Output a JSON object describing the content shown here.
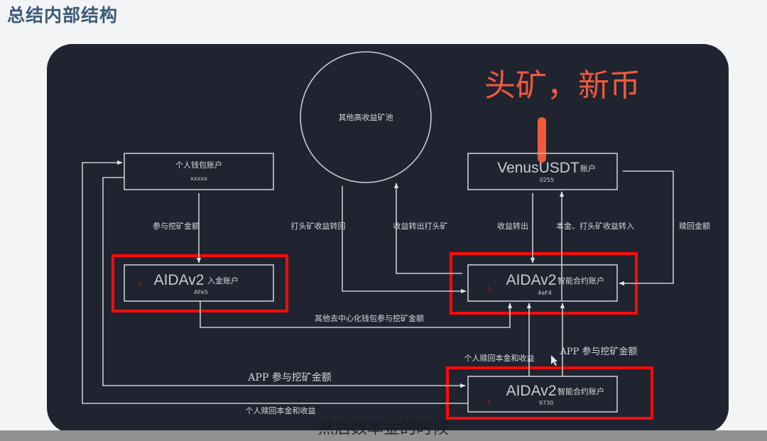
{
  "slide_title": "总结内部结构",
  "annotation": "头矿，新币",
  "caption": "然后数本金的时候",
  "colors": {
    "panel": "#1f2430",
    "highlight": "#ff0a0a",
    "annotation": "#f05a3c",
    "title": "#3b5a7a"
  },
  "nodes": {
    "pool": {
      "label": "其他高收益矿池"
    },
    "wallet": {
      "label": "个人钱包账户",
      "code": "xxxxx"
    },
    "deposit": {
      "label": "AIDAv2",
      "sub": "入金账户",
      "code": "AFe5",
      "number": "1"
    },
    "venus": {
      "label": "VenusUSDT",
      "sub": "账户",
      "code": "0255"
    },
    "contract": {
      "label": "AIDAv2",
      "sub": "智能合约账户",
      "code": "4eF4",
      "number": "2"
    },
    "contract2": {
      "label": "AIDAv2",
      "sub": "智能合约账户",
      "code": "9730",
      "number": "3"
    }
  },
  "edges": {
    "wallet_to_deposit": "参与挖矿金额",
    "head_return": "打头矿收益转回",
    "out_to_head": "收益转出打头矿",
    "profit_out": "收益转出",
    "principal_in": "本金、打头矿收益转入",
    "redeem": "赎回金额",
    "other_wallets": "其他去中心化钱包参与挖矿金额",
    "personal_redeem_mid": "个人赎回本金和收益",
    "app_mid": "APP 参与挖矿金额",
    "app_left": "APP 参与挖矿金额",
    "personal_redeem_bottom": "个人赎回本金和收益"
  }
}
